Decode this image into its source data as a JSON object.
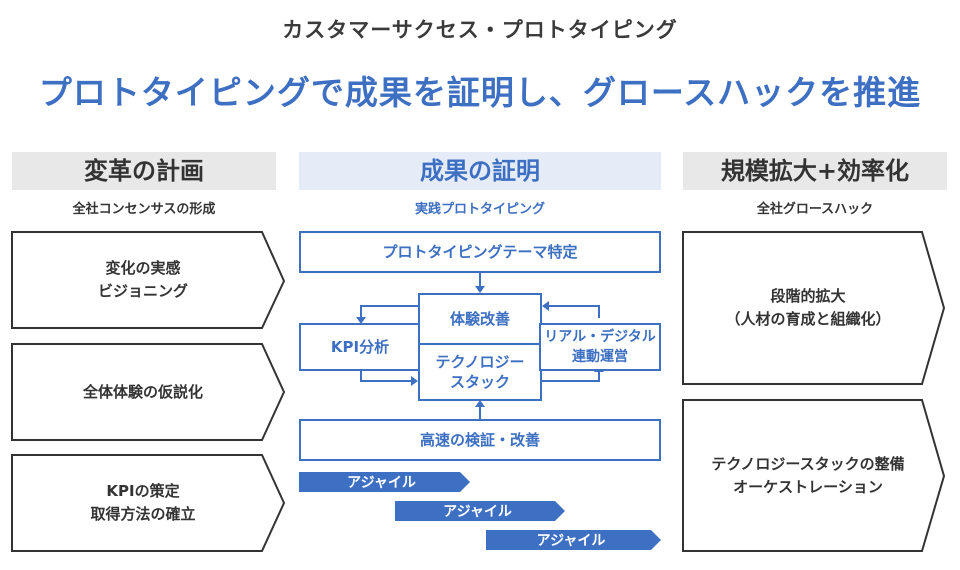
{
  "header": {
    "category": "カスタマーサクセス・プロトタイピング",
    "headline": "プロトタイピングで成果を証明し、グロースハックを推進"
  },
  "left_column": {
    "title": "変革の計画",
    "subtitle": "全社コンセンサスの形成",
    "steps": [
      {
        "line1": "変化の実感",
        "line2": "ビジョニング"
      },
      {
        "line1": "全体体験の仮説化",
        "line2": ""
      },
      {
        "line1": "KPIの策定",
        "line2": "取得方法の確立"
      }
    ]
  },
  "center_column": {
    "title": "成果の証明",
    "subtitle": "実践プロトタイピング",
    "theme_box": "プロトタイピングテーマ特定",
    "kpi_box": "KPI分析",
    "experience_box": "体験改善",
    "tech_box_line1": "テクノロジー",
    "tech_box_line2": "スタック",
    "realdigital_line1": "リアル・デジタル",
    "realdigital_line2": "連動運営",
    "verify_box": "高速の検証・改善",
    "agile_labels": [
      "アジャイル",
      "アジャイル",
      "アジャイル"
    ]
  },
  "right_column": {
    "title": "規模拡大+効率化",
    "subtitle": "全社グロースハック",
    "steps": [
      {
        "line1": "段階的拡大",
        "line2": "（人材の育成と組織化）"
      },
      {
        "line1": "テクノロジースタックの整備",
        "line2": "オーケストレーション"
      }
    ]
  },
  "colors": {
    "accent_blue": "#3d6fc2",
    "light_blue_bg": "#e6ecf7",
    "gray_bg": "#e8e8e8",
    "outline_dark": "#333333"
  }
}
